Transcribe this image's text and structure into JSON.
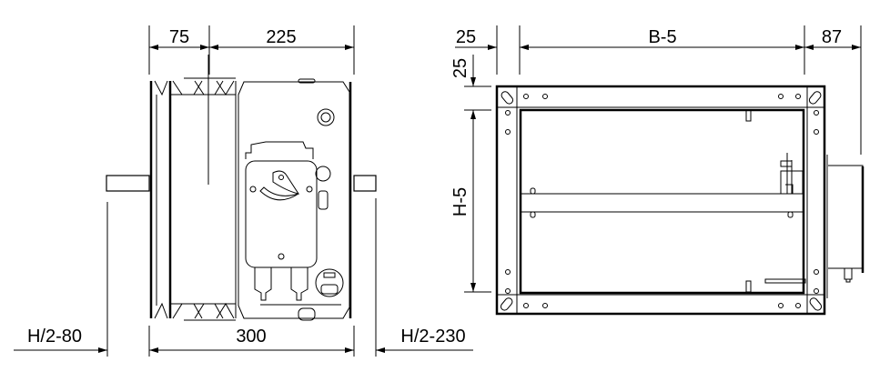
{
  "side_view": {
    "dimensions": {
      "flange_width": "75",
      "body_width": "225",
      "total_length": "300",
      "left_shaft_offset": "H/2-80",
      "right_shaft_offset": "H/2-230"
    }
  },
  "front_view": {
    "dimensions": {
      "frame_left": "25",
      "width": "B-5",
      "actuator_depth": "87",
      "frame_top": "25",
      "height": "H-5"
    }
  }
}
